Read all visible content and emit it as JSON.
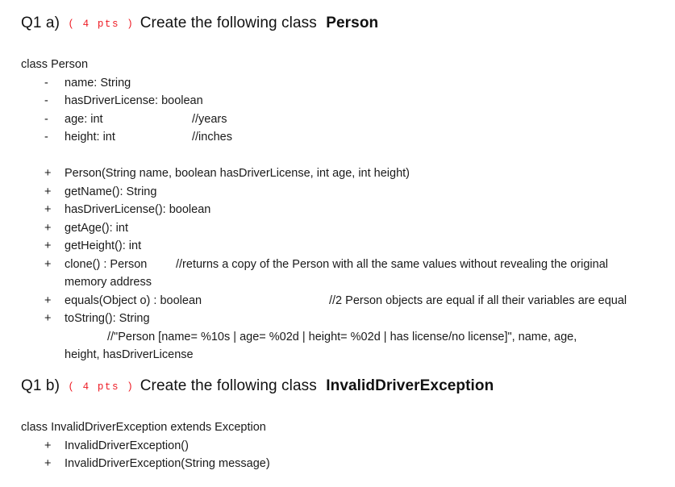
{
  "document": {
    "background_color": "#ffffff",
    "text_color": "#1a1a1a",
    "accent_color": "#ee1c25"
  },
  "questions": [
    {
      "id": "q1a",
      "label": "Q1 a)",
      "points": "( 4 pts )",
      "prompt": "Create the following class",
      "class_name": "Person"
    },
    {
      "id": "q1b",
      "label": "Q1 b)",
      "points": "( 4 pts )",
      "prompt": "Create the following class",
      "class_name": "InvalidDriverException"
    }
  ],
  "person_class": {
    "declaration": "class Person",
    "fields": [
      {
        "sign": "-",
        "text": "name: String",
        "comment": ""
      },
      {
        "sign": "-",
        "text": "hasDriverLicense: boolean",
        "comment": ""
      },
      {
        "sign": "-",
        "text": "age: int",
        "comment": "//years"
      },
      {
        "sign": "-",
        "text": "height: int",
        "comment": "//inches"
      }
    ],
    "methods": [
      {
        "sign": "+",
        "text": "Person(String name, boolean hasDriverLicense, int age, int height)",
        "comment": ""
      },
      {
        "sign": "+",
        "text": "getName(): String",
        "comment": ""
      },
      {
        "sign": "+",
        "text": "hasDriverLicense(): boolean",
        "comment": ""
      },
      {
        "sign": "+",
        "text": "getAge(): int",
        "comment": ""
      },
      {
        "sign": "+",
        "text": "getHeight(): int",
        "comment": ""
      },
      {
        "sign": "+",
        "text": "clone() : Person",
        "comment": "//returns a copy of the Person with all the same values without revealing the original"
      },
      {
        "sign": "+",
        "text": "equals(Object o) : boolean",
        "comment": "//2 Person objects are equal if all their variables are equal"
      },
      {
        "sign": "+",
        "text": "toString(): String",
        "comment": ""
      }
    ],
    "clone_continuation": "memory address",
    "tostring_format_line": "//\"Person [name= %10s | age= %02d | height= %02d | has license/no license]\", name, age,",
    "tostring_format_tail": "height, hasDriverLicense"
  },
  "exception_class": {
    "declaration": "class InvalidDriverException extends Exception",
    "methods": [
      {
        "sign": "+",
        "text": "InvalidDriverException()"
      },
      {
        "sign": "+",
        "text": "InvalidDriverException(String message)"
      }
    ]
  }
}
